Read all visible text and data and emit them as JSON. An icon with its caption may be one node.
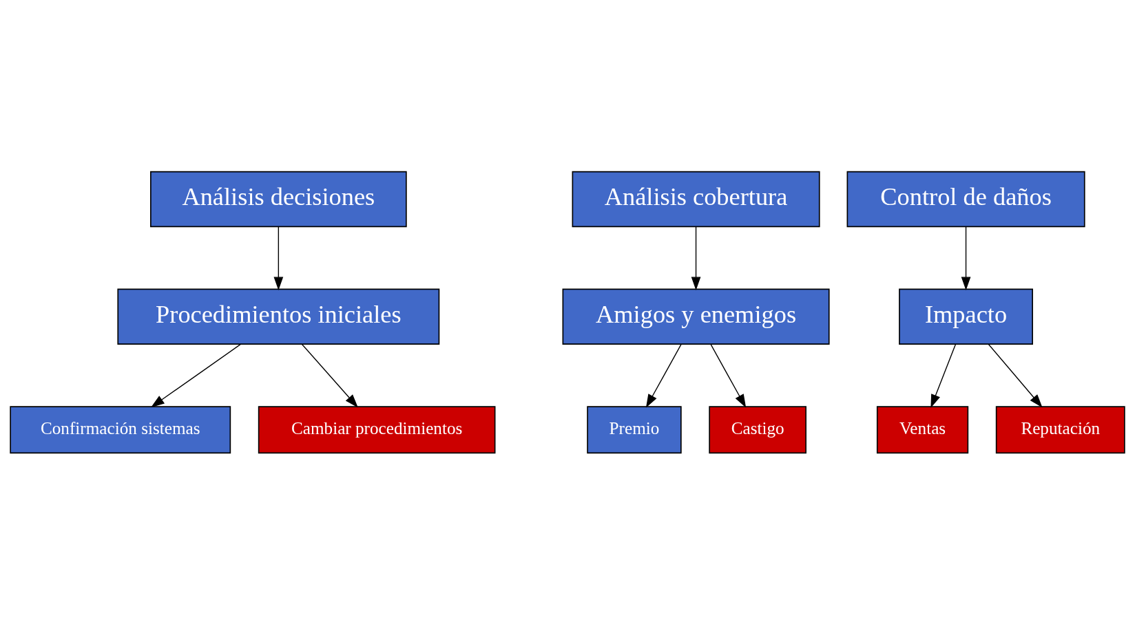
{
  "diagram": {
    "nodes": [
      {
        "text": [
          "Análisis decisiones"
        ]
      },
      {
        "text": [
          "Análisis cobertura"
        ]
      },
      {
        "text": [
          "Control de daños"
        ]
      },
      {
        "text": [
          "Procedimientos iniciales"
        ]
      },
      {
        "text": [
          "Amigos y enemigos"
        ]
      },
      {
        "text": [
          "Impacto"
        ]
      },
      {
        "text": [
          "Confirmación sistemas"
        ]
      },
      {
        "text": [
          "Cambiar procedimientos"
        ]
      },
      {
        "text": [
          "Premio"
        ]
      },
      {
        "text": [
          "Castigo"
        ]
      },
      {
        "text": [
          "Ventas"
        ]
      },
      {
        "text": [
          "Reputación"
        ]
      }
    ],
    "edges": [
      {
        "from": 0,
        "to": 3,
        "arrow": "to"
      },
      {
        "from": 1,
        "to": 4,
        "arrow": "to"
      },
      {
        "from": 2,
        "to": 5,
        "arrow": "to"
      },
      {
        "from": 3,
        "to": 6,
        "arrow": "to"
      },
      {
        "from": 3,
        "to": 7,
        "arrow": "to"
      },
      {
        "from": 4,
        "to": 8,
        "arrow": "to"
      },
      {
        "from": 4,
        "to": 9,
        "arrow": "to"
      },
      {
        "from": 5,
        "to": 10,
        "arrow": "to"
      },
      {
        "from": 5,
        "to": 11,
        "arrow": "to"
      }
    ]
  }
}
